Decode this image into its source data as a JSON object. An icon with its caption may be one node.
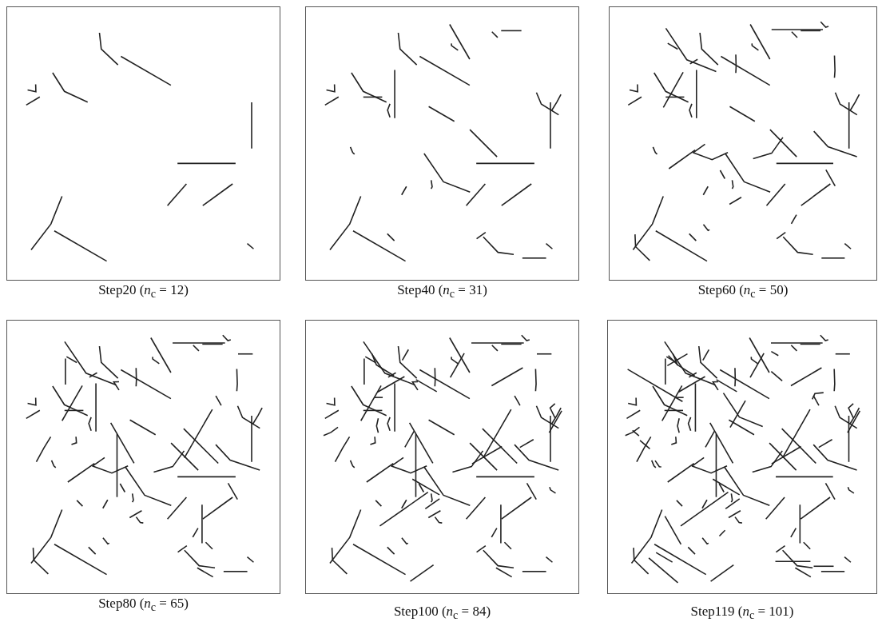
{
  "diagram": {
    "nodes": [
      {
        "text": [
          "Step20 (*n*$_{c}$ = 12)"
        ]
      },
      {
        "text": [
          "Step40 (*n*$_{c}$ = 31)"
        ]
      },
      {
        "text": [
          "Step60 (*n*$_{c}$ = 50)"
        ]
      },
      {
        "text": [
          "Step80 (*n*$_{c}$ = 65)"
        ]
      },
      {
        "text": [
          "Step100 (*n*$_{c}$ = 84)"
        ]
      },
      {
        "text": [
          "Step119 (*n*$_{c}$ = 101)"
        ]
      }
    ]
  }
}
